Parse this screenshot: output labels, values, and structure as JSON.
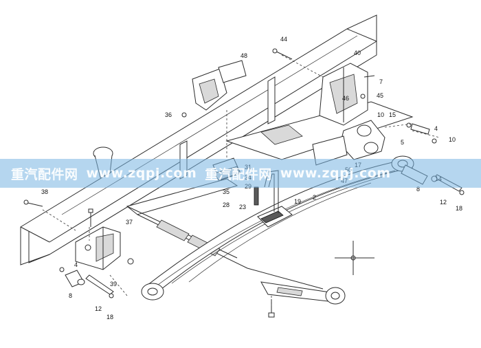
{
  "diagram": {
    "callouts": [
      "44",
      "48",
      "40",
      "7",
      "46",
      "45",
      "36",
      "10",
      "15",
      "4",
      "10",
      "5",
      "17",
      "50",
      "47",
      "14",
      "8",
      "12",
      "18",
      "31",
      "34",
      "29",
      "35",
      "28",
      "23",
      "19",
      "2",
      "38",
      "37",
      "4",
      "8",
      "39",
      "12",
      "18"
    ]
  },
  "watermark": {
    "brand": "重汽配件网",
    "url": "www.zqpj.com",
    "brand2": "重汽配件网",
    "url2": "www.zqpj.com"
  }
}
